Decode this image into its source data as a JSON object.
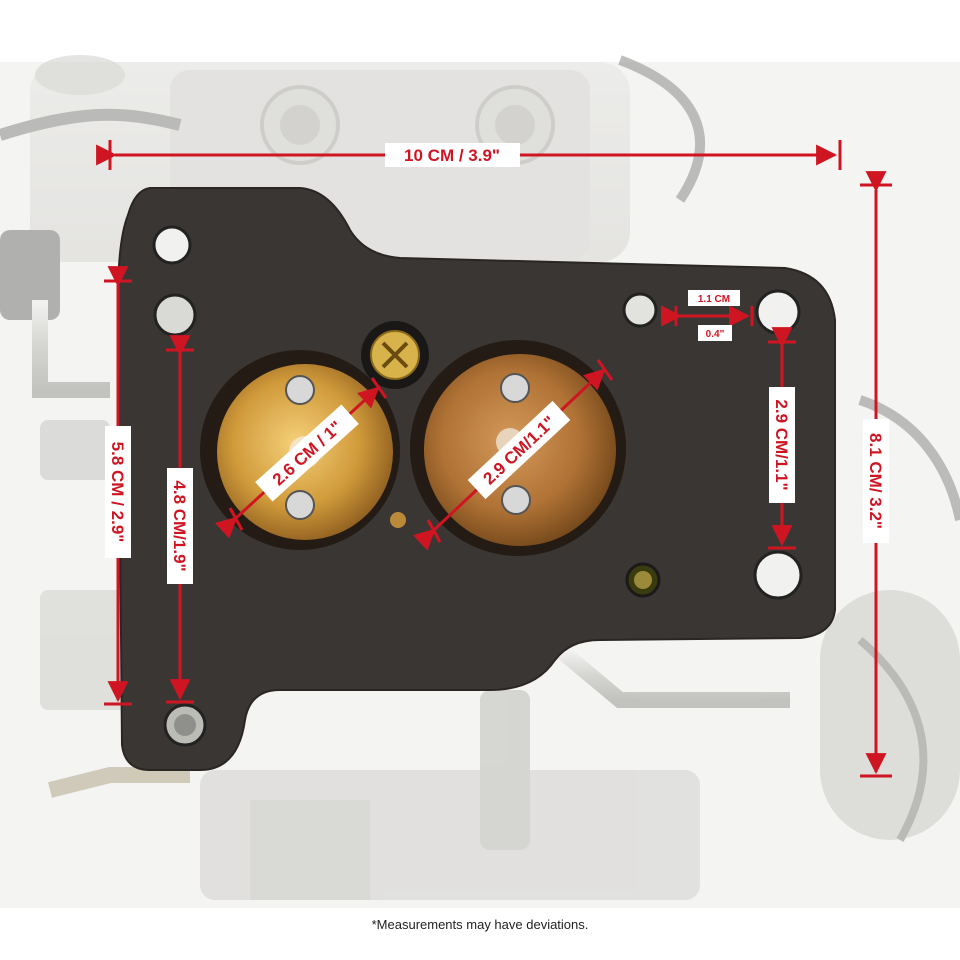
{
  "footnote": "*Measurements may have deviations.",
  "measurements": {
    "overall_width": "10 CM / 3.9\"",
    "overall_height": "8.1 CM/ 3.2\"",
    "left_height_outer": "5.8 CM / 2.9\"",
    "left_height_inner": "4.8 CM/1.9\"",
    "bore_left": "2.6 CM / 1\"",
    "bore_right": "2.9 CM/1.1\"",
    "right_inner_height": "2.9 CM/1.1\"",
    "bolt_gap_cm": "1.1 CM",
    "bolt_gap_in": "0.4\""
  },
  "colors": {
    "dimension_red": "#d01522",
    "gasket": "#3a3634",
    "brass": "#c8902f",
    "background_metal": "#dcdcd9"
  }
}
